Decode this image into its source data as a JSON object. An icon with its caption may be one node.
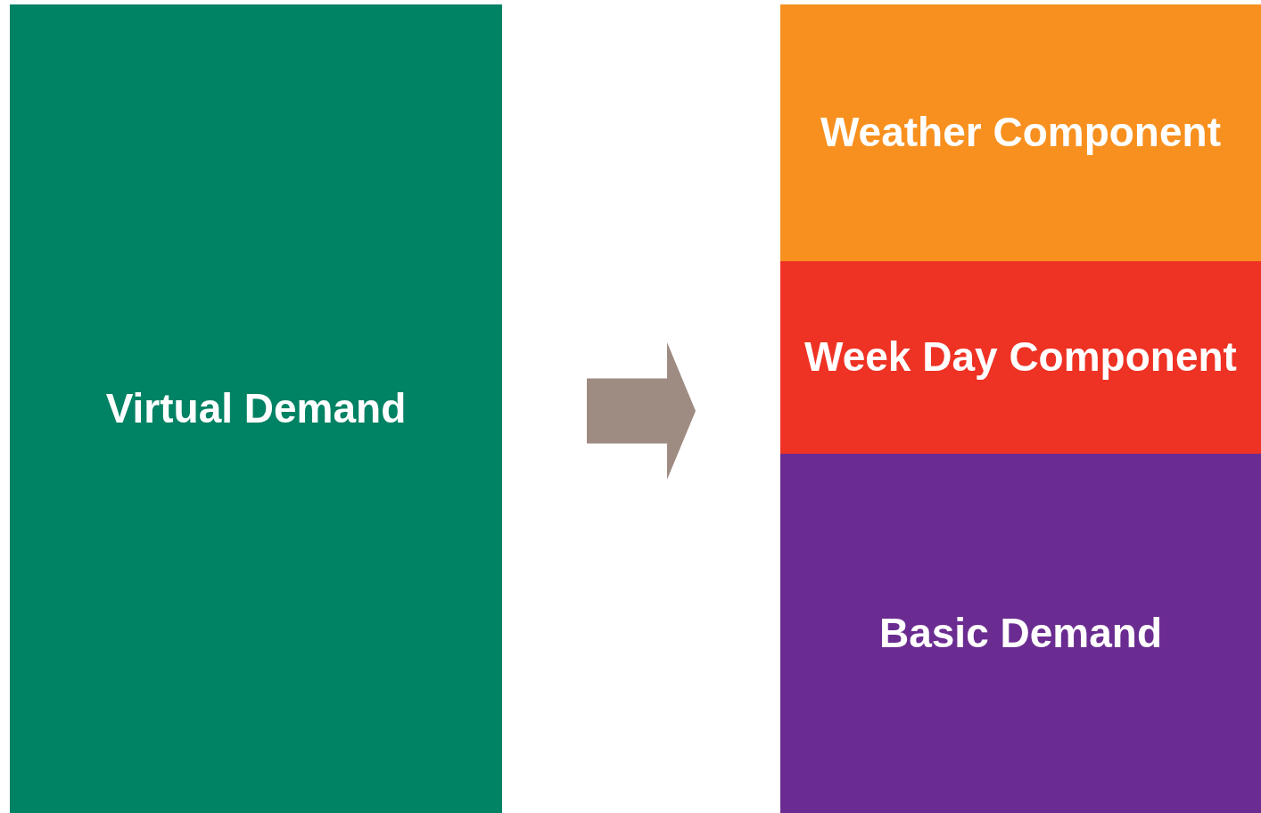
{
  "diagram": {
    "nodes": [
      {
        "text": [
          "Virtual Demand"
        ]
      },
      {
        "text": [],
        "shape": "box"
      },
      {
        "text": [
          "Weather Component"
        ],
        "in": 1
      },
      {
        "text": [
          "Week Day Component"
        ],
        "in": 1
      },
      {
        "text": [
          "Basic Demand"
        ],
        "in": 1
      }
    ],
    "edges": [
      {
        "from": 0,
        "to": 1,
        "arrow": "to",
        "style": "thick"
      }
    ]
  }
}
